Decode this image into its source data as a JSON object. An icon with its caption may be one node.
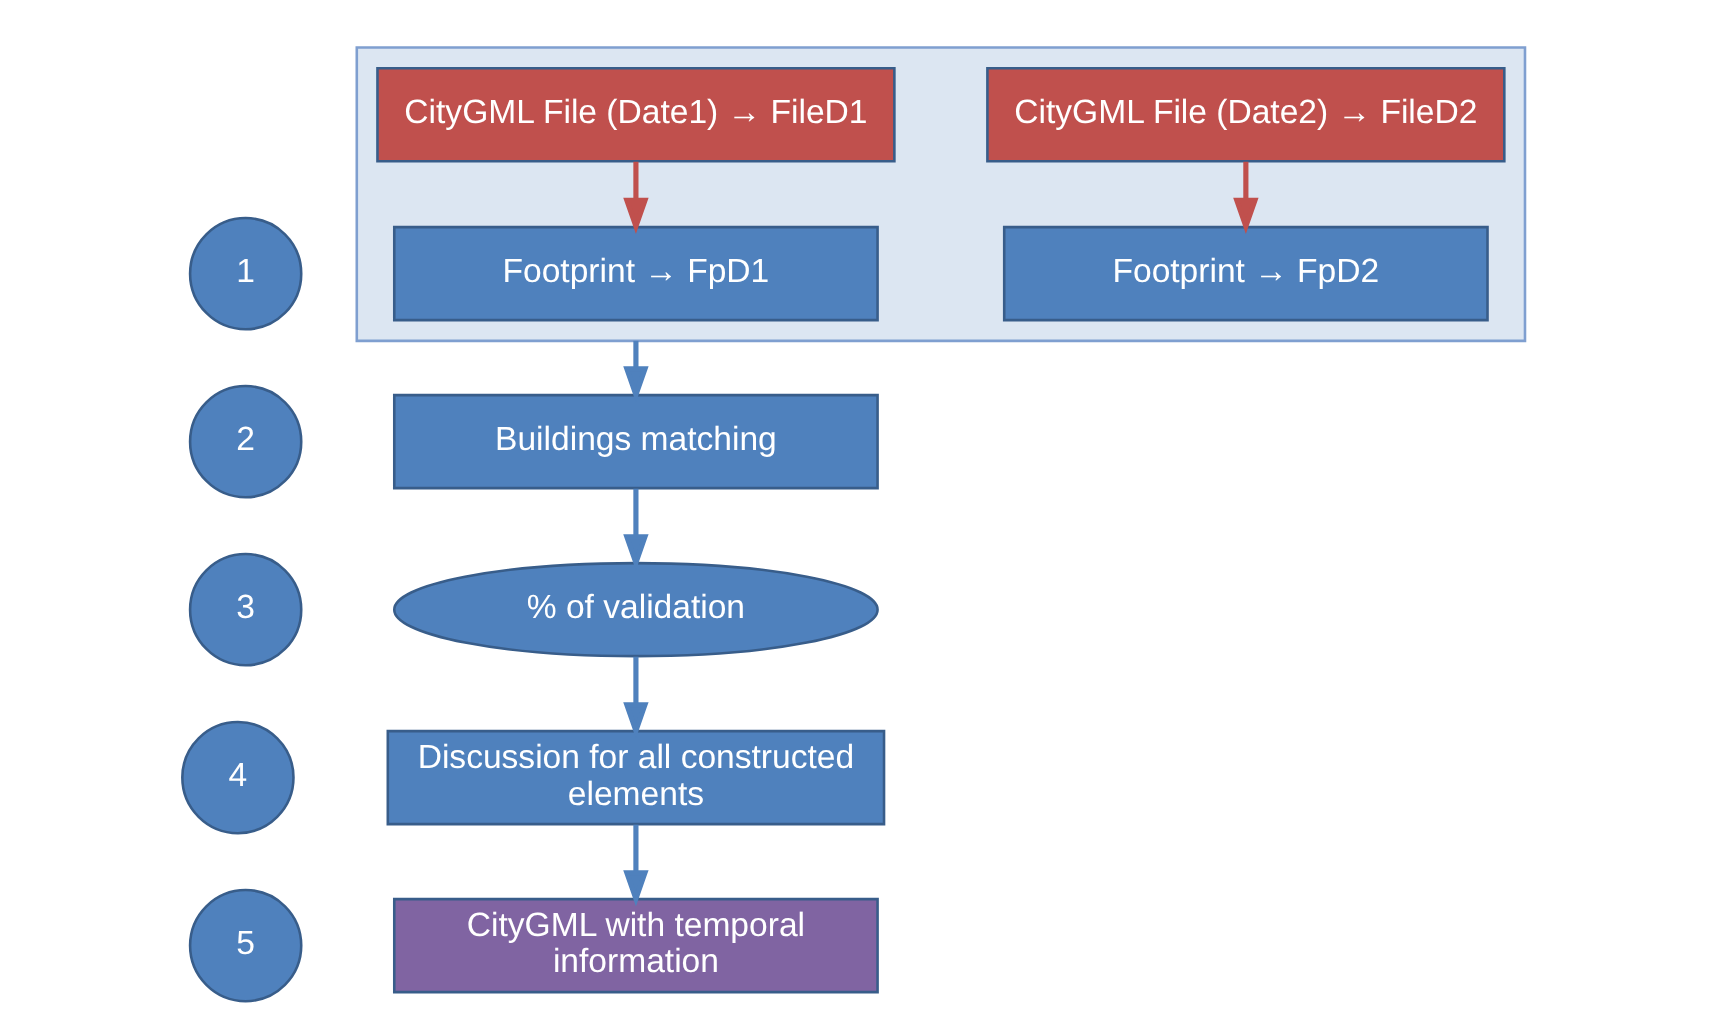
{
  "diagram": {
    "nodes": [
      {
        "text": [],
        "shape": "box"
      },
      {
        "text": [
          "1"
        ]
      },
      {
        "text": [
          "CityGML File (Date1) → FileD1"
        ],
        "in": 0
      },
      {
        "text": [
          "Footprint → FpD1"
        ],
        "in": 0
      },
      {
        "text": [
          "CityGML File (Date2) → FileD2"
        ],
        "in": 0
      },
      {
        "text": [
          "Footprint → FpD2"
        ],
        "in": 0
      },
      {
        "text": [
          "2"
        ]
      },
      {
        "text": [
          "Buildings matching"
        ]
      },
      {
        "text": [
          "3"
        ]
      },
      {
        "text": [
          "% of validation"
        ]
      },
      {
        "text": [
          "4"
        ]
      },
      {
        "text": [
          "Discussion for all constructed elements"
        ]
      },
      {
        "text": [
          "5"
        ]
      },
      {
        "text": [
          "CityGML with temporal information"
        ]
      }
    ],
    "edges": [
      {
        "from": 2,
        "to": 3,
        "arrow": "to",
        "color": "#c0504d"
      },
      {
        "from": 4,
        "to": 5,
        "arrow": "to",
        "color": "#c0504d"
      },
      {
        "from": 0,
        "to": 7,
        "arrow": "to"
      },
      {
        "from": 7,
        "to": 9,
        "arrow": "to"
      },
      {
        "from": 9,
        "to": 11,
        "arrow": "to"
      },
      {
        "from": 11,
        "to": 13,
        "arrow": "to"
      }
    ]
  }
}
